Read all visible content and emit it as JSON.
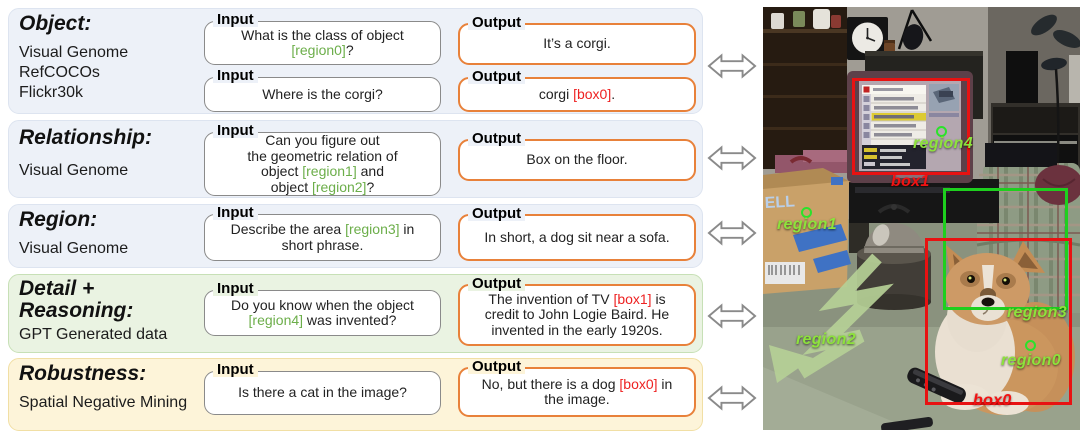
{
  "labels": {
    "input": "Input",
    "output": "Output"
  },
  "rows": [
    {
      "title": "Object:",
      "subtitles": [
        "Visual Genome",
        "RefCOCOs",
        "Flickr30k"
      ],
      "pairs": [
        {
          "input": {
            "segments": [
              {
                "text": "What is the class of object"
              },
              {
                "br": true
              },
              {
                "text": "[region0]",
                "color": "green"
              },
              {
                "text": "?"
              }
            ]
          },
          "output": {
            "segments": [
              {
                "text": "It’s a corgi."
              }
            ]
          }
        },
        {
          "input": {
            "segments": [
              {
                "text": "Where is the corgi?"
              }
            ]
          },
          "output": {
            "segments": [
              {
                "text": "corgi "
              },
              {
                "text": "[box0]",
                "color": "red"
              },
              {
                "text": "."
              }
            ]
          }
        }
      ]
    },
    {
      "title": "Relationship:",
      "subtitles": [
        "Visual Genome"
      ],
      "pairs": [
        {
          "input": {
            "segments": [
              {
                "text": "Can you figure out"
              },
              {
                "br": true
              },
              {
                "text": "the geometric relation of"
              },
              {
                "br": true
              },
              {
                "text": "object "
              },
              {
                "text": "[region1]",
                "color": "green"
              },
              {
                "text": " and"
              },
              {
                "br": true
              },
              {
                "text": "object "
              },
              {
                "text": "[region2]",
                "color": "green"
              },
              {
                "text": "?"
              }
            ]
          },
          "output": {
            "segments": [
              {
                "text": "Box on the floor."
              }
            ]
          }
        }
      ]
    },
    {
      "title": "Region:",
      "subtitles": [
        "Visual Genome"
      ],
      "pairs": [
        {
          "input": {
            "segments": [
              {
                "text": "Describe the area "
              },
              {
                "text": "[region3]",
                "color": "green"
              },
              {
                "text": " in"
              },
              {
                "br": true
              },
              {
                "text": "short phrase."
              }
            ]
          },
          "output": {
            "segments": [
              {
                "text": "In short, a dog sit near a sofa."
              }
            ]
          }
        }
      ]
    },
    {
      "title": "Detail +\nReasoning:",
      "subtitles": [
        "GPT Generated data"
      ],
      "pairs": [
        {
          "input": {
            "segments": [
              {
                "text": "Do you know when the object"
              },
              {
                "br": true
              },
              {
                "text": "[region4]",
                "color": "green"
              },
              {
                "text": " was invented?"
              }
            ]
          },
          "output": {
            "segments": [
              {
                "text": "The invention of TV "
              },
              {
                "text": "[box1]",
                "color": "red"
              },
              {
                "text": " is"
              },
              {
                "br": true
              },
              {
                "text": "credit to John Logie Baird. He"
              },
              {
                "br": true
              },
              {
                "text": "invented in the early 1920s."
              }
            ]
          }
        }
      ]
    },
    {
      "title": "Robustness:",
      "subtitles": [
        "Spatial Negative Mining"
      ],
      "pairs": [
        {
          "input": {
            "segments": [
              {
                "text": "Is there a cat in the image?"
              }
            ]
          },
          "output": {
            "segments": [
              {
                "text": "No, but there is a dog "
              },
              {
                "text": "[box0]",
                "color": "red"
              },
              {
                "text": " in"
              },
              {
                "br": true
              },
              {
                "text": "the image."
              }
            ]
          }
        }
      ]
    }
  ],
  "photo": {
    "dell_text": "ELL",
    "annotations": {
      "box0": "box0",
      "box1": "box1",
      "region0": "region0",
      "region1": "region1",
      "region2": "region2",
      "region3": "region3",
      "region4": "region4"
    }
  },
  "colors": {
    "region_ref": "#6cae4a",
    "box_ref": "#ee2222",
    "annotation_green": "#8de23c",
    "annotation_red": "#f21212",
    "input_border": "#8a8a8a",
    "output_border": "#e8813a",
    "panel_blue": "#edf1f8",
    "panel_green": "#eaf3e2",
    "panel_yellow": "#fdf4d9"
  }
}
